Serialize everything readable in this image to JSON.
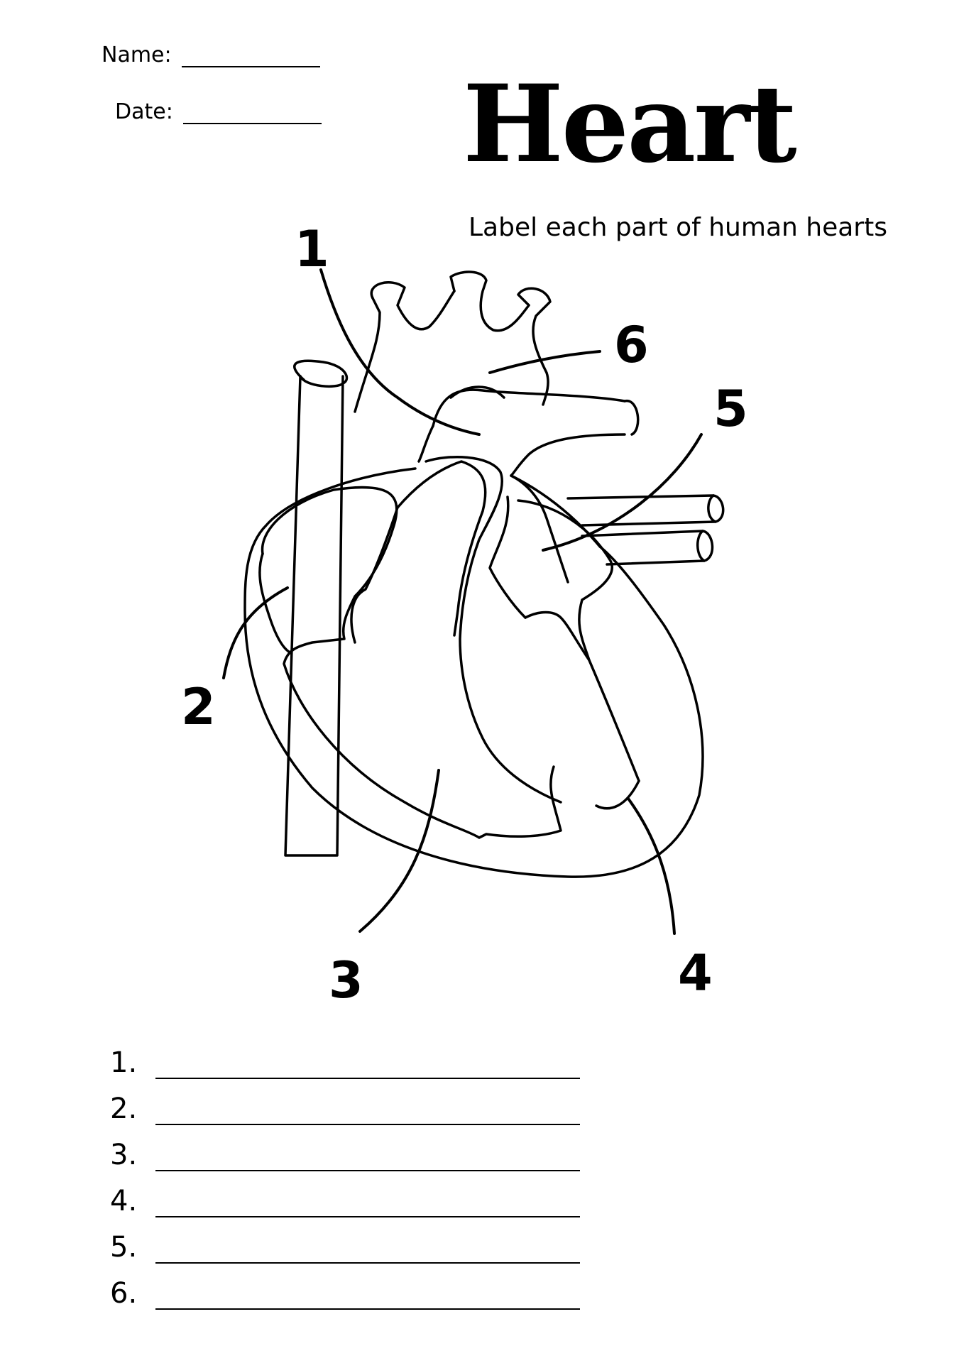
{
  "header": {
    "name_label": "Name:",
    "date_label": "Date:",
    "title": "Heart",
    "subtitle": "Label each part of human hearts"
  },
  "diagram": {
    "labels": [
      "1",
      "2",
      "3",
      "4",
      "5",
      "6"
    ]
  },
  "answers": [
    {
      "label": "1."
    },
    {
      "label": "2."
    },
    {
      "label": "3."
    },
    {
      "label": "4."
    },
    {
      "label": "5."
    },
    {
      "label": "6."
    }
  ]
}
